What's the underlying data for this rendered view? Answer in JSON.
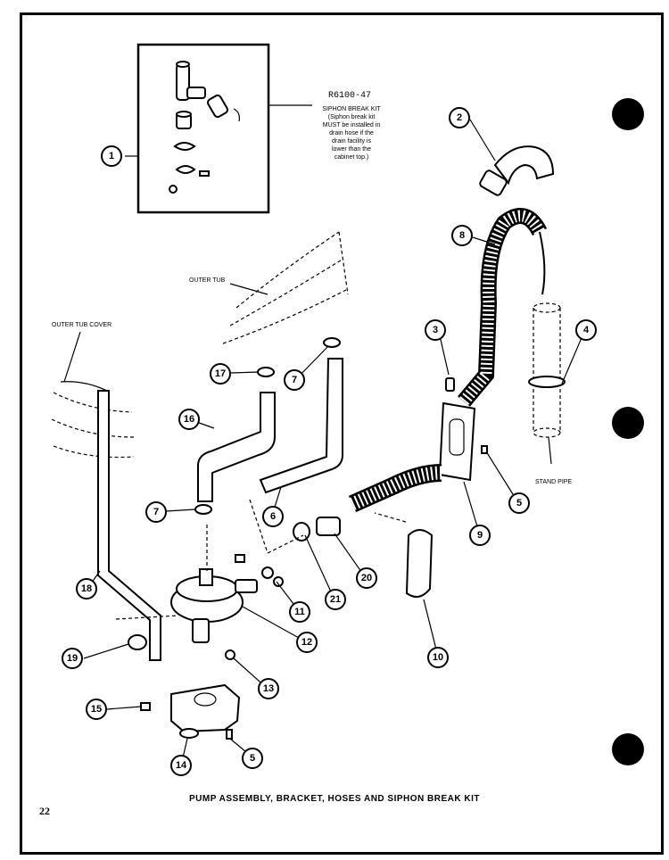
{
  "kit": {
    "code": "R6100-47",
    "note_title": "SIPHON BREAK KIT",
    "note_lines": [
      "(Siphon break kit",
      "MUST be installed in",
      "drain hose if the",
      "drain facility is",
      "lower than the",
      "cabinet top.)"
    ]
  },
  "labels": {
    "outer_tub": "OUTER TUB",
    "outer_tub_cover": "OUTER TUB COVER",
    "stand_pipe": "STAND PIPE"
  },
  "callouts": [
    "1",
    "2",
    "3",
    "4",
    "5",
    "5",
    "6",
    "7",
    "7",
    "8",
    "9",
    "10",
    "11",
    "12",
    "13",
    "14",
    "15",
    "16",
    "17",
    "18",
    "19",
    "20",
    "21"
  ],
  "title": "PUMP ASSEMBLY, BRACKET, HOSES AND SIPHON BREAK KIT",
  "page_number": "22"
}
